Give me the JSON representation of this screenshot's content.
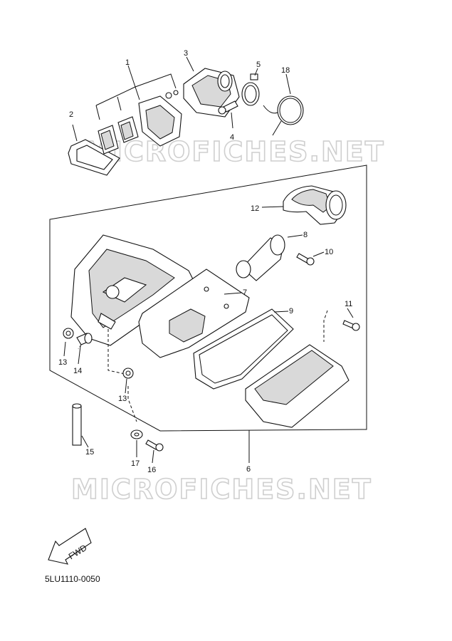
{
  "watermark": "MICROFICHES.NET",
  "fwd_label": "FWD",
  "document_code": "5LU1110-0050",
  "callouts": {
    "c1": "1",
    "c2": "2",
    "c3": "3",
    "c4": "4",
    "c5": "5",
    "c6": "6",
    "c7": "7",
    "c8": "8",
    "c9": "9",
    "c10": "10",
    "c11": "11",
    "c12": "12",
    "c13a": "13",
    "c13b": "13",
    "c14": "14",
    "c15": "15",
    "c16": "16",
    "c17": "17",
    "c18": "18"
  }
}
